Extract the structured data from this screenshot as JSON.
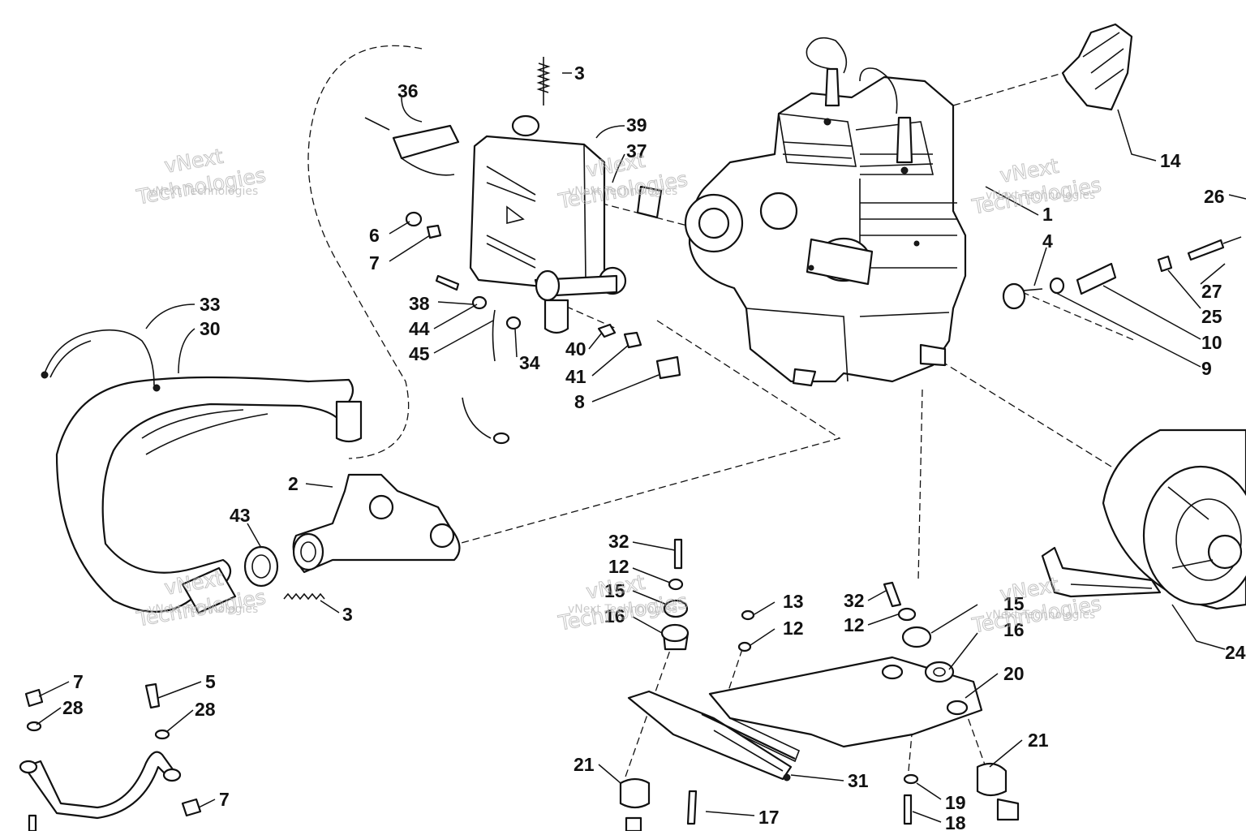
{
  "watermark": {
    "line1": "vNext",
    "line2": "Technologies",
    "small": "vNext Technologies"
  },
  "callouts": {
    "c3_top": "3",
    "c36": "36",
    "c39": "39",
    "c37": "37",
    "c6": "6",
    "c7_a": "7",
    "c38": "38",
    "c44": "44",
    "c45": "45",
    "c34": "34",
    "c40": "40",
    "c41": "41",
    "c8": "8",
    "c33": "33",
    "c30": "30",
    "c2": "2",
    "c43": "43",
    "c3_bottom": "3",
    "c14": "14",
    "c1": "1",
    "c26": "26",
    "c4": "4",
    "c27": "27",
    "c25": "25",
    "c10": "10",
    "c9": "9",
    "c24": "24",
    "c32_left": "32",
    "c12_left": "12",
    "c15_left": "15",
    "c16_left": "16",
    "c13": "13",
    "c12_mid": "12",
    "c32_right": "32",
    "c12_right": "12",
    "c15_right": "15",
    "c16_right": "16",
    "c20": "20",
    "c21_right": "21",
    "c21_left": "21",
    "c31": "31",
    "c17": "17",
    "c19": "19",
    "c18": "18",
    "c7_b": "7",
    "c28_a": "28",
    "c5": "5",
    "c28_b": "28",
    "c7_c": "7"
  }
}
